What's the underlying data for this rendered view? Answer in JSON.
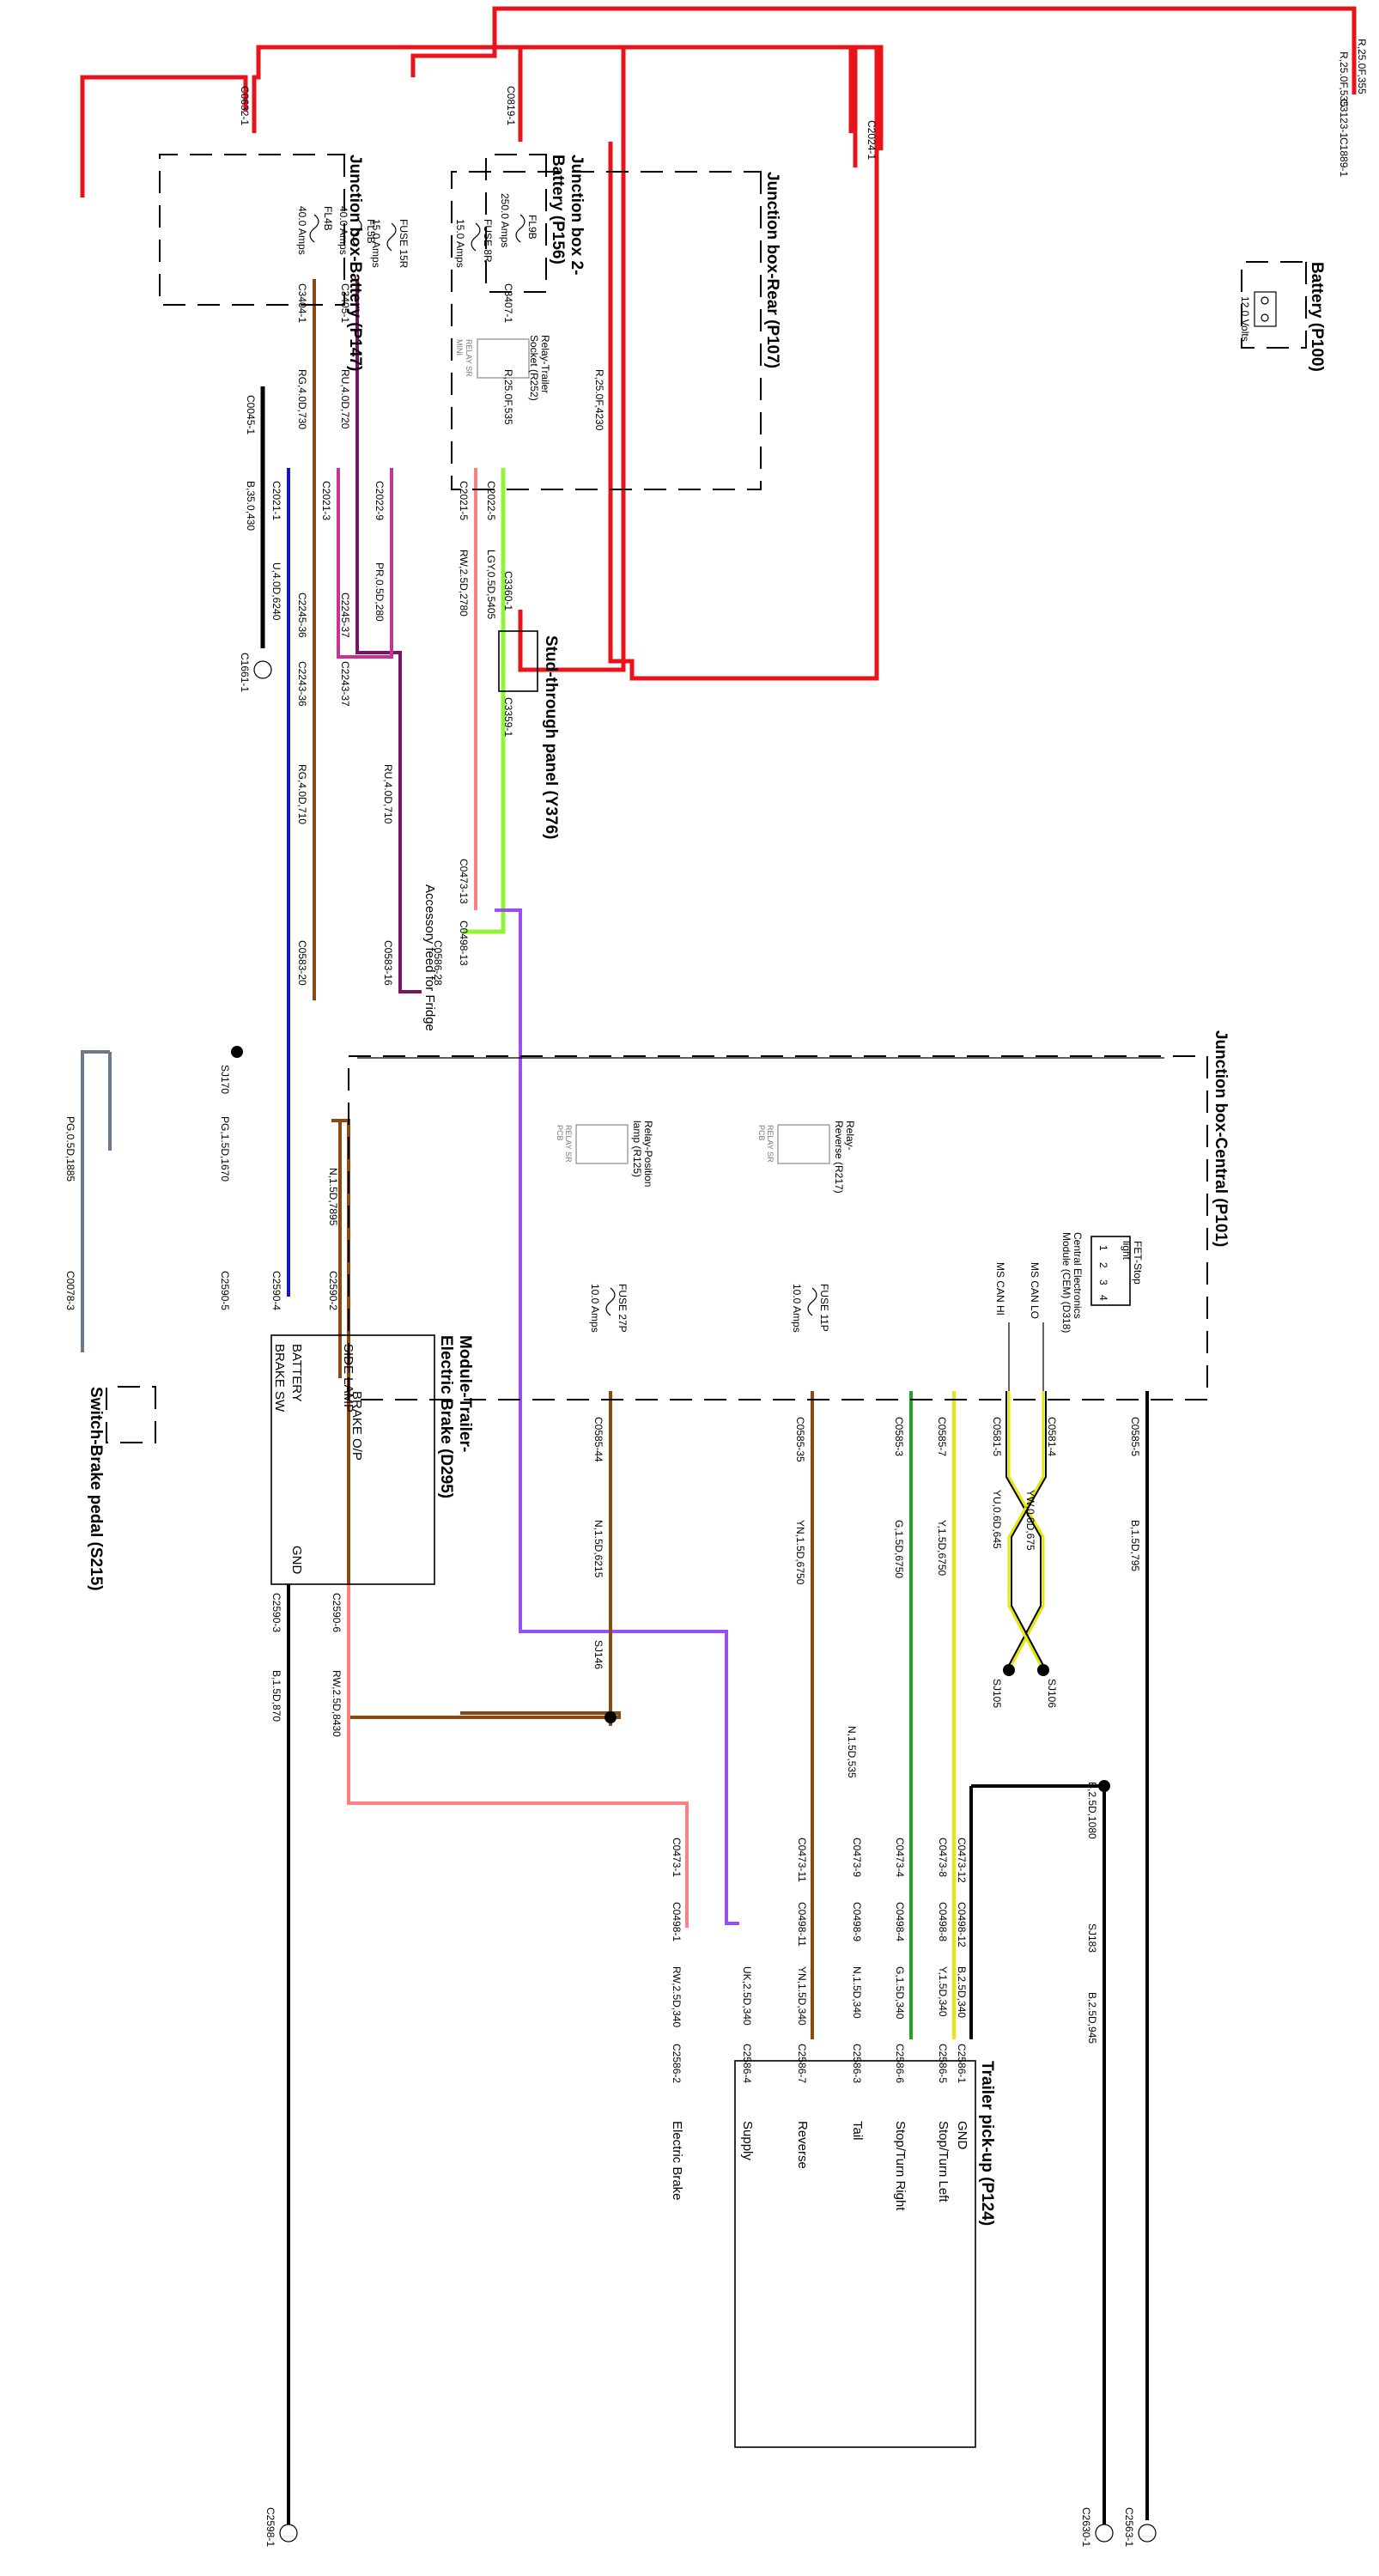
{
  "colors": {
    "red": "#e8141b",
    "brown": "#8b4a12",
    "purple": "#7a1566",
    "violet": "#9b4ff0",
    "blue": "#1515c8",
    "magenta": "#c8348f",
    "lightgreen": "#8ff536",
    "green": "#22a322",
    "yellow": "#e6e60a",
    "black": "#000000",
    "gray": "#6b7a8a",
    "pinkred": "#ff8080"
  },
  "components": {
    "battery": {
      "title": "Battery (P100)",
      "volts": "12.0 Volts"
    },
    "jb_battery": {
      "title": "Junction box-Battery (P147)",
      "fl4b": "FL4B",
      "fl4b_amps": "40.0 Amps",
      "fl5b": "FL5B",
      "fl5b_amps": "40.0 Amps"
    },
    "jb2": {
      "title_line1": "Junction box 2-",
      "title_line2": "Battery (P156)",
      "fl9b": "FL9B",
      "fl9b_amps": "250.0 Amps"
    },
    "stud": {
      "title": "Stud-through panel (Y376)"
    },
    "jb_rear": {
      "title": "Junction box-Rear (P107)",
      "fuse15r": "FUSE 15R",
      "fuse15r_amps": "15.0 Amps",
      "fuse8r": "FUSE 8R",
      "fuse8r_amps": "15.0 Amps",
      "relay_line1": "Relay-Trailer",
      "relay_line2": "Socket (R252)",
      "relay_tag": "RELAY SR",
      "relay_tag2": "MINI"
    },
    "jb_central": {
      "title": "Junction box-Central (P101)",
      "fet_line1": "FET-Stop",
      "fet_line2": "light",
      "cem_line1": "Central Electronics",
      "cem_line2": "Module (CEM) (D318)",
      "ms_can_hi": "MS CAN HI",
      "ms_can_lo": "MS CAN LO",
      "relay_rev_line1": "Relay-",
      "relay_rev_line2": "Reverse (R217)",
      "relay_pos_line1": "Relay-Position",
      "relay_pos_line2": "lamp (R125)",
      "relay_tag": "RELAY SR",
      "relay_tag2": "PCB",
      "fuse11p": "FUSE 11P",
      "fuse11p_amps": "10.0 Amps",
      "fuse27p": "FUSE 27P",
      "fuse27p_amps": "10.0 Amps"
    },
    "module_brake": {
      "title_line1": "Module-Trailer-",
      "title_line2": "Electric Brake (D295)",
      "battery": "BATTERY",
      "brake_sw": "BRAKE SW",
      "side_lamp": "SIDE LAMP",
      "brake_op": "BRAKE O/P",
      "gnd": "GND"
    },
    "switch_brake": {
      "title": "Switch-Brake pedal (S215)"
    },
    "trailer": {
      "title": "Trailer pick-up (P124)",
      "pins": [
        "GND",
        "Stop/Turn Left",
        "Stop/Turn Right",
        "Tail",
        "Reverse",
        "Supply",
        "Electric Brake"
      ]
    },
    "fridge_note": "Accessory feed for Fridge"
  },
  "connectors": {
    "c3123_1": "C3123-1",
    "r25_355": "R,25.0F,355",
    "c1889_1": "C1889-1",
    "r25_535": "R,25.0F,535",
    "c0632_1": "C0632-1",
    "c0819_1": "C0819-1",
    "c2024_1": "C2024-1",
    "c0045_1": "C0045-1",
    "b35_430": "B,35.0,430",
    "c1661_1": "C1661-1",
    "c3404_1": "C3404-1",
    "rg4_730": "RG,4.0D,730",
    "c3405_1": "C3405-1",
    "ru4_720": "RU,4.0D,720",
    "c3407_1": "C3407-1",
    "r25_535b": "R,25.0F,535",
    "r25_4230": "R,25.0F,4230",
    "c3360_1": "C3360-1",
    "c3359_1": "C3359-1",
    "c2245_36": "C2245-36",
    "c2243_36": "C2243-36",
    "c2245_37": "C2245-37",
    "c2243_37": "C2243-37",
    "rg4_710": "RG,4.0D,710",
    "ru4_710": "RU,4.0D,710",
    "c0583_20": "C0583-20",
    "c0583_16": "C0583-16",
    "c0586_28": "C0586-28",
    "c2021_1": "C2021-1",
    "u4_6240": "U,4.0D,6240",
    "c2021_3": "C2021-3",
    "c2022_9": "C2022-9",
    "pr05_280": "PR,0.5D,280",
    "c2021_5": "C2021-5",
    "rw25_2780": "RW,2.5D,2780",
    "c2022_5": "C2022-5",
    "lgy05_5405": "LGY,0.5D,5405",
    "c0473_13": "C0473-13",
    "c0498_13": "C0498-13",
    "sj170": "SJ170",
    "pg15_1670": "PG,1.5D,1670",
    "pg05_1885": "PG,0.5D,1885",
    "c0078_3": "C0078-3",
    "n15_7895": "N,1.5D,7895",
    "c2590_4": "C2590-4",
    "c2590_5": "C2590-5",
    "c2590_2": "C2590-2",
    "c2590_6": "C2590-6",
    "c2590_3": "C2590-3",
    "rw25_8430": "RW,2.5D,8430",
    "b15_870": "B,1.5D,870",
    "c2598_1": "C2598-1",
    "c0585_5": "C0585-5",
    "b15_795": "B,1.5D,795",
    "c2563_1": "C2563-1",
    "c0581_5": "C0581-5",
    "yu06_645": "YU,0.6D,645",
    "c0581_4": "C0581-4",
    "yw06_675": "YW,0.6D,675",
    "sj105": "SJ105",
    "sj106": "SJ106",
    "c0585_7": "C0585-7",
    "y15_6750": "Y,1.5D,6750",
    "c0585_3": "C0585-3",
    "g15_6750": "G,1.5D,6750",
    "c0585_35": "C0585-35",
    "yn15_6750": "YN,1.5D,6750",
    "c0585_44": "C0585-44",
    "n15_6215": "N,1.5D,6215",
    "sj146": "SJ146",
    "n15_535": "N,1.5D,535",
    "b25_1080": "B,2.5D,1080",
    "sj183": "SJ183",
    "b25_945": "B,2.5D,945",
    "c2630_1": "C2630-1",
    "c0473_12": "C0473-12",
    "c0498_12": "C0498-12",
    "c0473_8": "C0473-8",
    "c0498_8": "C0498-8",
    "c0473_4": "C0473-4",
    "c0498_4": "C0498-4",
    "c0473_9": "C0473-9",
    "c0498_9": "C0498-9",
    "c0473_11": "C0473-11",
    "c0498_11": "C0498-11",
    "c0473_1": "C0473-1",
    "c0498_1": "C0498-1",
    "b25_340": "B,2.5D,340",
    "y15_340": "Y,1.5D,340",
    "g15_340": "G,1.5D,340",
    "n15_340": "N,1.5D,340",
    "yn15_340": "YN,1.5D,340",
    "uk25_340": "UK,2.5D,340",
    "rw25_340": "RW,2.5D,340",
    "c2586_1": "C2586-1",
    "c2586_5": "C2586-5",
    "c2586_6": "C2586-6",
    "c2586_3": "C2586-3",
    "c2586_7": "C2586-7",
    "c2586_4": "C2586-4",
    "c2586_2": "C2586-2",
    "p1": "1",
    "p2": "2",
    "p3": "3",
    "p4": "4"
  }
}
